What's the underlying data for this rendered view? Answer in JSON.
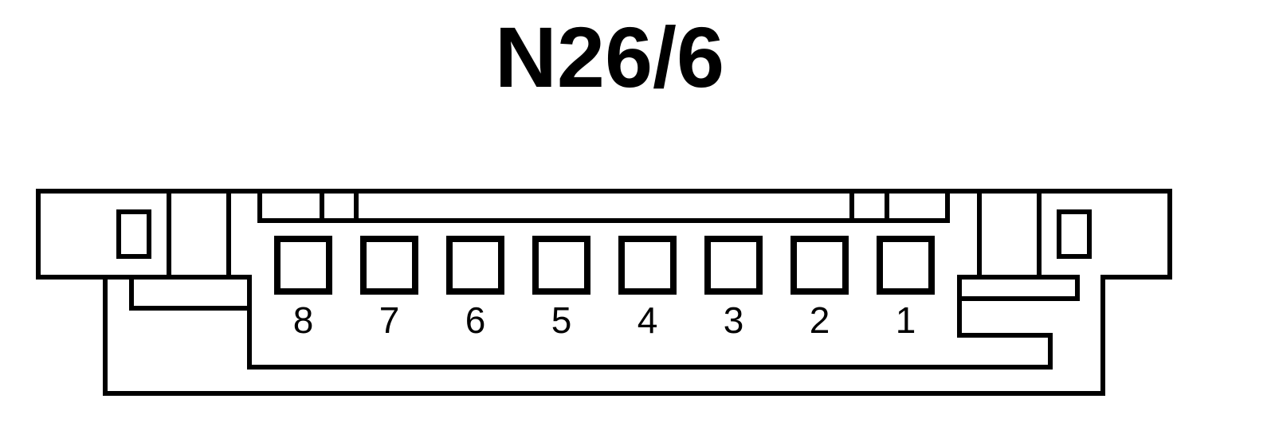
{
  "title": "N26/6",
  "pins": [
    {
      "number": "8"
    },
    {
      "number": "7"
    },
    {
      "number": "6"
    },
    {
      "number": "5"
    },
    {
      "number": "4"
    },
    {
      "number": "3"
    },
    {
      "number": "2"
    },
    {
      "number": "1"
    }
  ],
  "colors": {
    "line": "#000000",
    "background": "#ffffff"
  }
}
